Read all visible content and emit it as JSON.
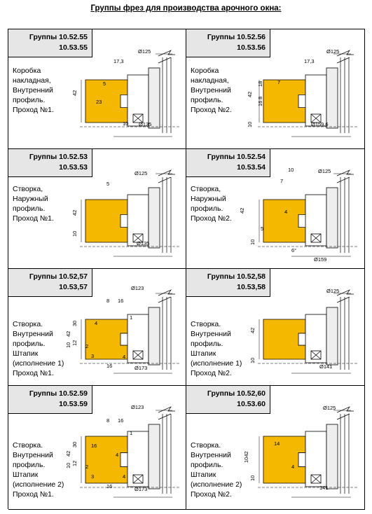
{
  "page_title": "Группы фрез для производства арочного окна:",
  "colors": {
    "profile_fill": "#f5b800",
    "header_bg": "#e6e6e6",
    "line": "#000000"
  },
  "cells": [
    {
      "groups": [
        "Группы 10.52.55",
        "10.53.55"
      ],
      "desc": [
        "Коробка",
        "накладная,",
        "Внутренний",
        "профиль.",
        "Проход №1."
      ],
      "dims": [
        "Ø125",
        "17,3",
        "5",
        "42",
        "23",
        "10",
        "Ø135"
      ]
    },
    {
      "groups": [
        "Группы 10.52.56",
        "10.53.56"
      ],
      "desc": [
        "Коробка",
        "накладная,",
        "Внутренний",
        "профиль.",
        "Проход №2."
      ],
      "dims": [
        "Ø125",
        "17,3",
        "7",
        "18",
        "42",
        "8",
        "16",
        "10",
        "Ø159,6"
      ]
    },
    {
      "groups": [
        "Группы 10.52.53",
        "10.53.53"
      ],
      "desc": [
        "Створка,",
        "Наружный",
        "профиль.",
        "Проход №1."
      ],
      "dims": [
        "Ø125",
        "5",
        "42",
        "10",
        "Ø135"
      ]
    },
    {
      "groups": [
        "Группы 10.52.54",
        "10.53.54"
      ],
      "desc": [
        "Створка,",
        "Наружный",
        "профиль.",
        "Проход №2."
      ],
      "dims": [
        "10",
        "Ø125",
        "7",
        "42",
        "4",
        "5",
        "10",
        "6°",
        "Ø159"
      ]
    },
    {
      "groups": [
        "Группы 10.52,57",
        "10.53,57"
      ],
      "desc": [
        "Створка.",
        "Внутренний",
        "профиль.",
        "Штапик",
        "(исполнение 1)",
        "Проход №1."
      ],
      "dims": [
        "Ø123",
        "8",
        "16",
        "1",
        "30",
        "4",
        "42",
        "12",
        "10",
        "2",
        "3",
        "4",
        "16",
        "Ø173"
      ]
    },
    {
      "groups": [
        "Группы 10.52,58",
        "10.53,58"
      ],
      "desc": [
        "Створка.",
        "Внутренний",
        "профиль.",
        "Штапик",
        "(исполнение 1)",
        "Проход №2."
      ],
      "dims": [
        "Ø125",
        "42",
        "10",
        "Ø141"
      ]
    },
    {
      "groups": [
        "Группы 10.52.59",
        "10.53.59"
      ],
      "desc": [
        "Створка.",
        "Внутренний",
        "профиль.",
        "Штапик",
        "(исполнение 2)",
        "Проход №1."
      ],
      "dims": [
        "Ø123",
        "8",
        "16",
        "1",
        "30",
        "16",
        "42",
        "4",
        "12",
        "10",
        "2",
        "3",
        "4",
        "16",
        "Ø173"
      ]
    },
    {
      "groups": [
        "Группы 10.52,60",
        "10.53.60"
      ],
      "desc": [
        "Створка.",
        "Внутренний",
        "профиль.",
        "Штапик",
        "(исполнение 2)",
        "Проход №2."
      ],
      "dims": [
        "Ø125",
        "14",
        "1042",
        "4",
        "10",
        "141"
      ]
    }
  ]
}
